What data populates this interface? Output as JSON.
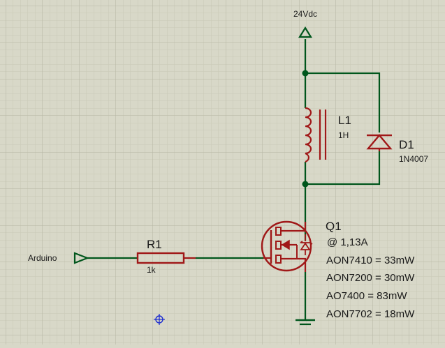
{
  "power": {
    "label": "24Vdc"
  },
  "input": {
    "label": "Arduino"
  },
  "components": {
    "inductor": {
      "ref": "L1",
      "value": "1H"
    },
    "diode": {
      "ref": "D1",
      "value": "1N4007"
    },
    "resistor": {
      "ref": "R1",
      "value": "1k"
    },
    "mosfet": {
      "ref": "Q1"
    }
  },
  "annotation": {
    "current": "@  1,13A",
    "lines": [
      "AON7410 = 33mW",
      "AON7200 = 30mW",
      "AO7400 = 83mW",
      "AON7702 = 18mW"
    ]
  },
  "colors": {
    "background": "#d8d8c8",
    "grid_minor": "#c9c9b6",
    "grid_major": "#b3b3a0",
    "wire": "#00561c",
    "component": "#a01818",
    "junction": "#00561c",
    "marker": "#1c2cd0"
  }
}
